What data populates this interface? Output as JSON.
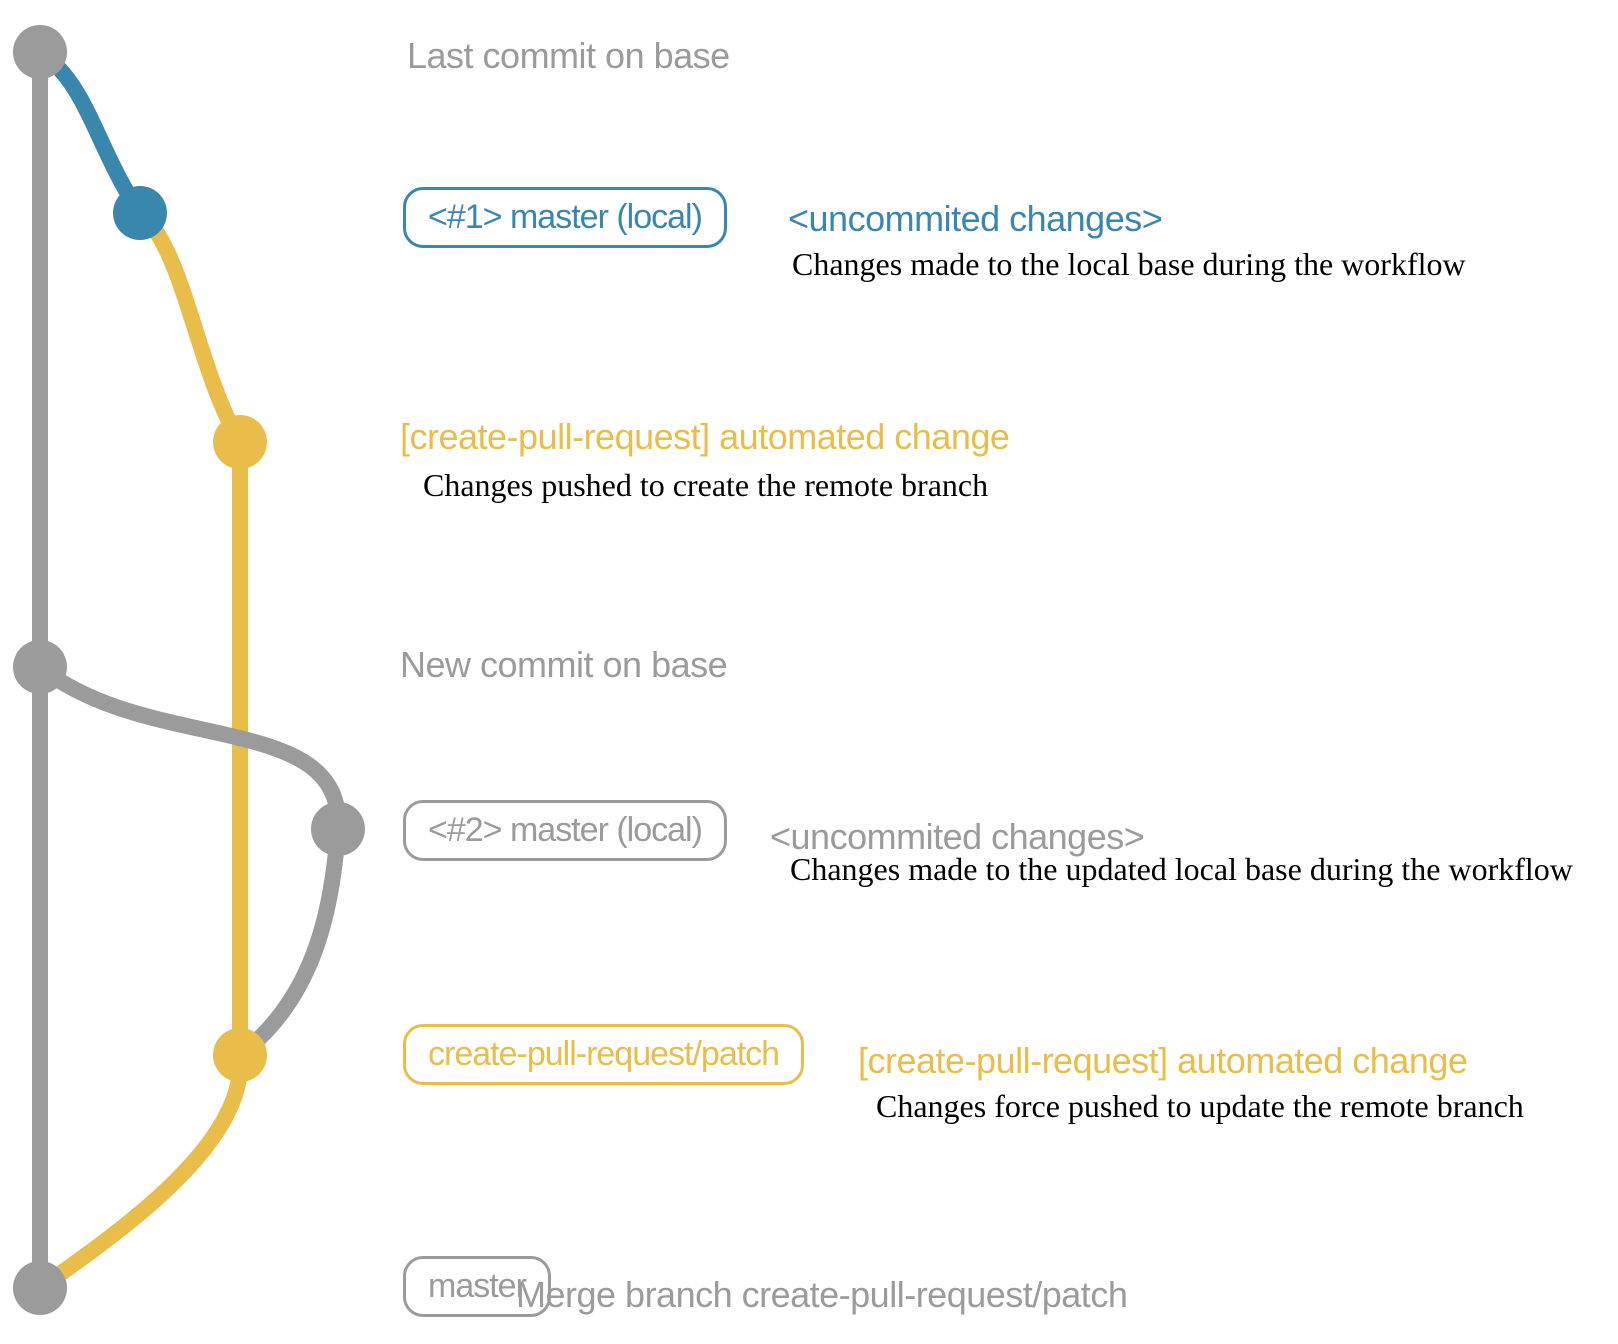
{
  "colors": {
    "blue": "#3a87ad",
    "yellow": "#e8bd4a",
    "gray": "#9b9b9b",
    "black": "#000000"
  },
  "graph": {
    "dots": [
      {
        "name": "last-commit-on-base",
        "color": "gray"
      },
      {
        "name": "local-master-commit-1",
        "color": "blue"
      },
      {
        "name": "remote-branch-commit-1",
        "color": "yellow"
      },
      {
        "name": "new-commit-on-base",
        "color": "gray"
      },
      {
        "name": "local-master-commit-2",
        "color": "gray"
      },
      {
        "name": "remote-branch-commit-2",
        "color": "yellow"
      },
      {
        "name": "merge-commit",
        "color": "gray"
      }
    ]
  },
  "annotations": {
    "row1_label": "Last commit on base",
    "row2_badge": "<#1> master (local)",
    "row2_note": "<uncommited changes>",
    "row2_desc": "Changes made to the local base during the workflow",
    "row3_note": "[create-pull-request] automated change",
    "row3_desc": "Changes pushed to create the remote branch",
    "row4_label": "New commit on base",
    "row5_badge": "<#2> master (local)",
    "row5_note": "<uncommited changes>",
    "row5_desc": "Changes made to the updated local base during the workflow",
    "row6_badge": "create-pull-request/patch",
    "row6_note": "[create-pull-request] automated change",
    "row6_desc": "Changes force pushed to update the remote branch",
    "row7_badge": "master",
    "row7_note": "Merge branch create-pull-request/patch"
  }
}
